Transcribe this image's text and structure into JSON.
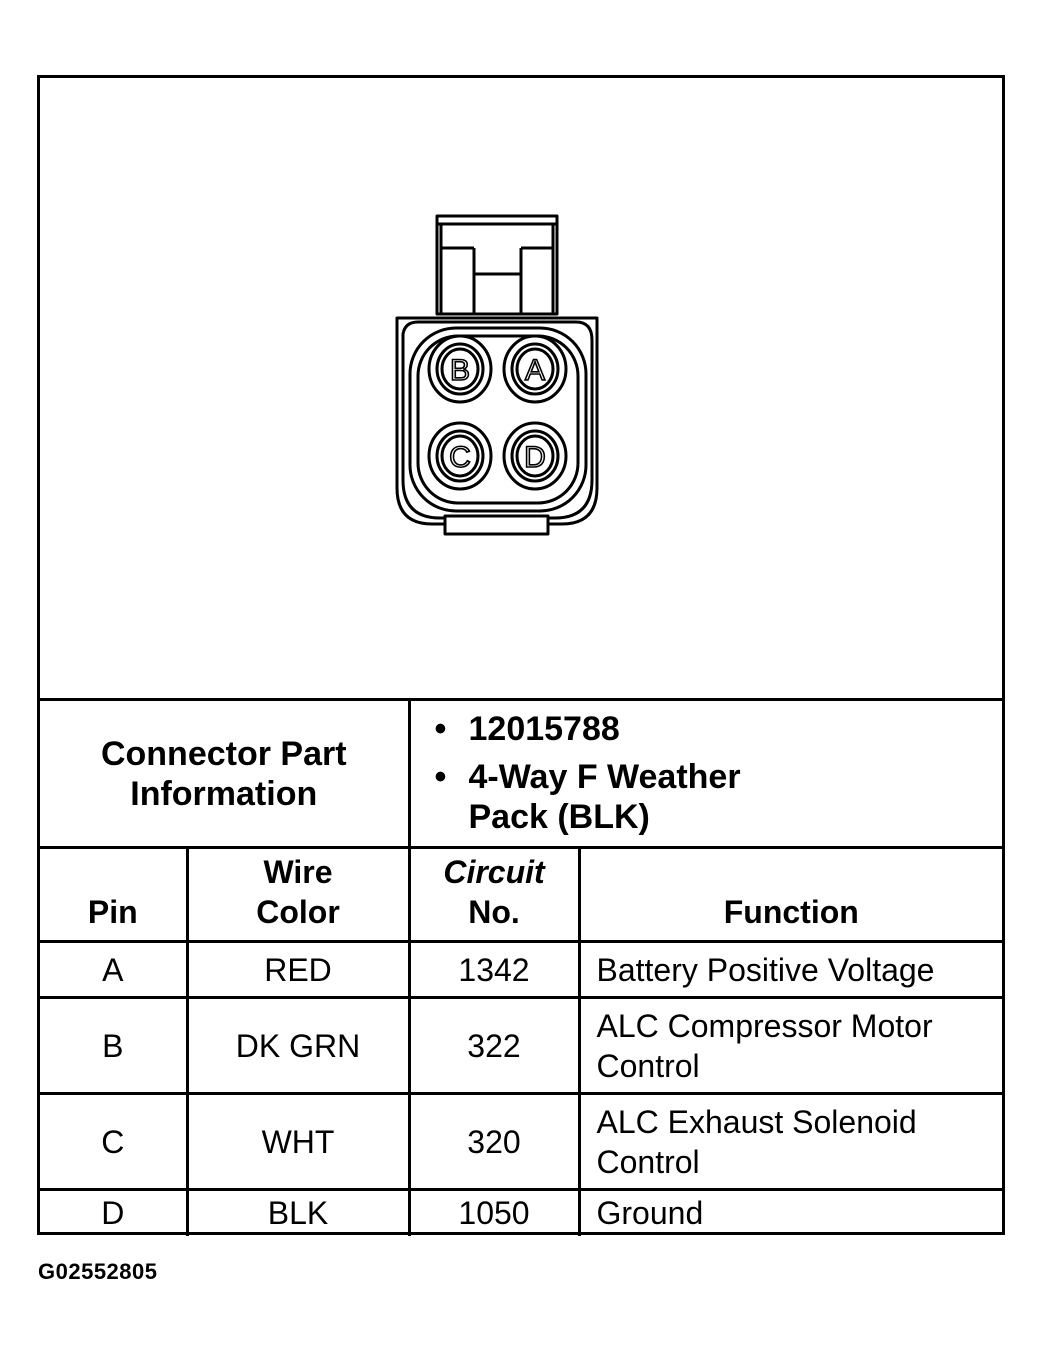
{
  "connector": {
    "pins": [
      "B",
      "A",
      "C",
      "D"
    ]
  },
  "info": {
    "label_line1": "Connector Part",
    "label_line2": "Information",
    "part_number": "12015788",
    "description_line1": "4-Way F Weather",
    "description_line2": "Pack (BLK)"
  },
  "table": {
    "headers": {
      "pin": "Pin",
      "wire_color_line1": "Wire",
      "wire_color_line2": "Color",
      "circuit_line1": "Circuit",
      "circuit_line2": "No.",
      "function": "Function"
    },
    "rows": [
      {
        "pin": "A",
        "wire": "RED",
        "circuit": "1342",
        "function_line1": "Battery Positive Voltage",
        "function_line2": ""
      },
      {
        "pin": "B",
        "wire": "DK GRN",
        "circuit": "322",
        "function_line1": "ALC Compressor Motor",
        "function_line2": "Control"
      },
      {
        "pin": "C",
        "wire": "WHT",
        "circuit": "320",
        "function_line1": "ALC Exhaust Solenoid",
        "function_line2": "Control"
      },
      {
        "pin": "D",
        "wire": "BLK",
        "circuit": "1050",
        "function_line1": "Ground",
        "function_line2": ""
      }
    ]
  },
  "footer": {
    "image_code": "G02552805"
  }
}
